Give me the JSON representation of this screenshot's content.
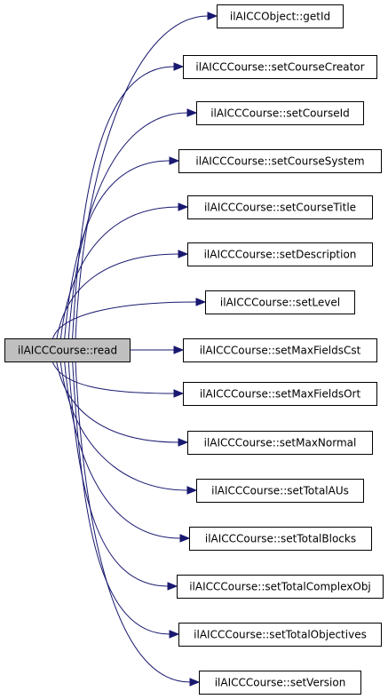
{
  "diagram": {
    "root": {
      "label": "ilAICCCourse::read"
    },
    "callees": [
      {
        "label": "ilAICCObject::getId"
      },
      {
        "label": "ilAICCCourse::setCourseCreator"
      },
      {
        "label": "ilAICCCourse::setCourseId"
      },
      {
        "label": "ilAICCCourse::setCourseSystem"
      },
      {
        "label": "ilAICCCourse::setCourseTitle"
      },
      {
        "label": "ilAICCCourse::setDescription"
      },
      {
        "label": "ilAICCCourse::setLevel"
      },
      {
        "label": "ilAICCCourse::setMaxFieldsCst"
      },
      {
        "label": "ilAICCCourse::setMaxFieldsOrt"
      },
      {
        "label": "ilAICCCourse::setMaxNormal"
      },
      {
        "label": "ilAICCCourse::setTotalAUs"
      },
      {
        "label": "ilAICCCourse::setTotalBlocks"
      },
      {
        "label": "ilAICCCourse::setTotalComplexObj"
      },
      {
        "label": "ilAICCCourse::setTotalObjectives"
      },
      {
        "label": "ilAICCCourse::setVersion"
      }
    ],
    "colors": {
      "edge": "#191970",
      "root_fill": "#bfbfbf",
      "node_fill": "#ffffff",
      "node_border": "#000000"
    }
  }
}
